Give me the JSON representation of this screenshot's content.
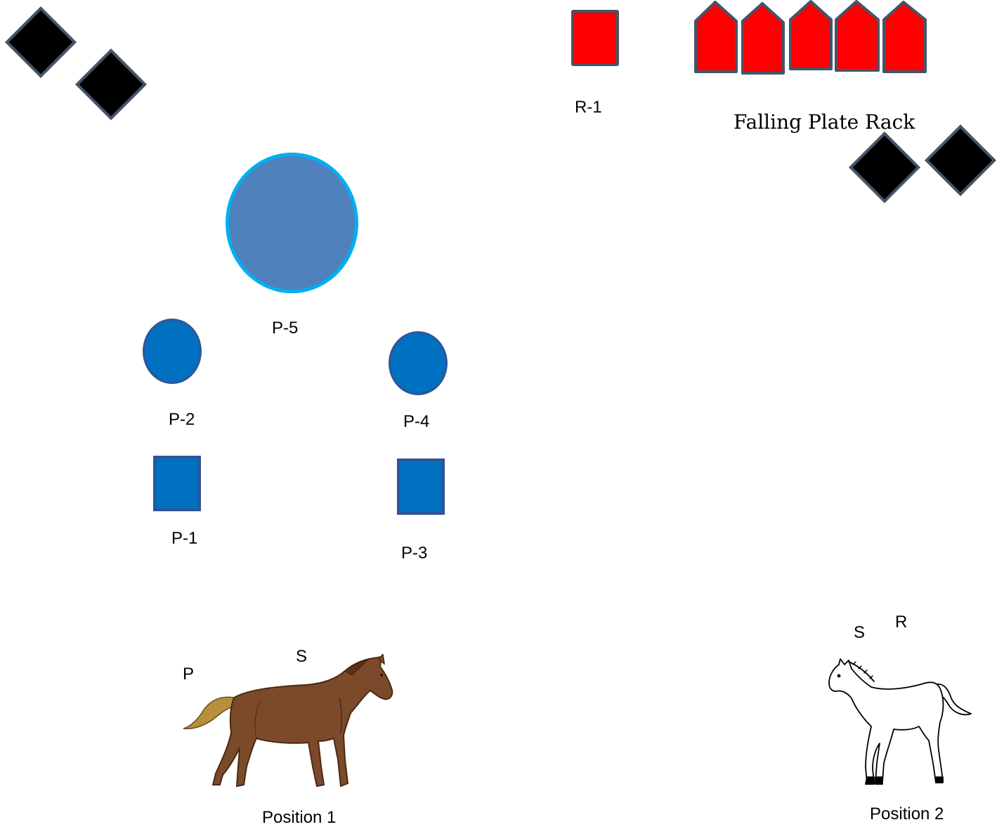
{
  "colors": {
    "no_shoot": "#000000",
    "no_shoot_border": "#44546a",
    "paper_target": "#0070c0",
    "paper_border": "#2f5597",
    "big_target": "#4f81bd",
    "big_target_border": "#00b0f0",
    "steel": "#ff0000",
    "steel_border": "#44546a",
    "horse_brown": "#7b4a2a"
  },
  "labels": {
    "r1": "R-1",
    "plate_rack": "Falling Plate Rack",
    "p5": "P-5",
    "p2": "P-2",
    "p4": "P-4",
    "p1": "P-1",
    "p3": "P-3",
    "pos1_p": "P",
    "pos1_s": "S",
    "pos2_s": "S",
    "pos2_r": "R",
    "position1": "Position 1",
    "position2": "Position 2"
  },
  "icons": {
    "no_shoot": "black-diamond-icon",
    "plate": "red-plate-icon",
    "horse1": "brown-horse-icon",
    "horse2": "outline-horse-icon"
  }
}
